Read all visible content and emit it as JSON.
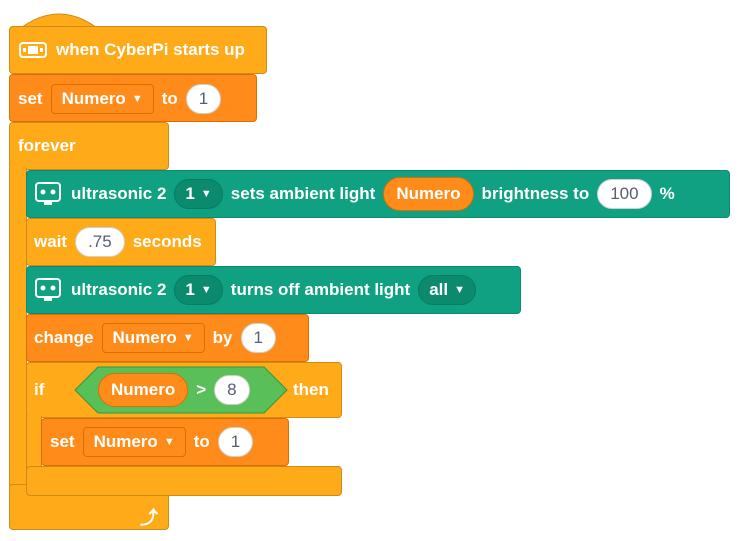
{
  "hat": {
    "label": "when CyberPi starts up",
    "icon": "cyberpi-icon"
  },
  "set1": {
    "label": "set",
    "variable": "Numero",
    "to": "to",
    "value": "1"
  },
  "forever": {
    "label": "forever",
    "loop_icon": "loop-arrow-icon"
  },
  "ultra1": {
    "name": "ultrasonic 2",
    "port": "1",
    "action": "sets ambient light",
    "reporter": "Numero",
    "brightness": "brightness to",
    "value": "100",
    "unit": "%",
    "icon": "ultrasonic-sensor-icon"
  },
  "wait": {
    "label": "wait",
    "value": ".75",
    "unit": "seconds"
  },
  "ultra2": {
    "name": "ultrasonic 2",
    "port": "1",
    "action": "turns off ambient light",
    "target": "all",
    "icon": "ultrasonic-sensor-icon"
  },
  "change": {
    "label": "change",
    "variable": "Numero",
    "by": "by",
    "value": "1"
  },
  "if": {
    "label": "if",
    "reporter": "Numero",
    "op": ">",
    "value": "8",
    "then": "then"
  },
  "set2": {
    "label": "set",
    "variable": "Numero",
    "to": "to",
    "value": "1"
  },
  "colors": {
    "control": "#ffab19",
    "variable": "#ff8c1a",
    "extension": "#0fa182",
    "operator": "#59c059"
  }
}
